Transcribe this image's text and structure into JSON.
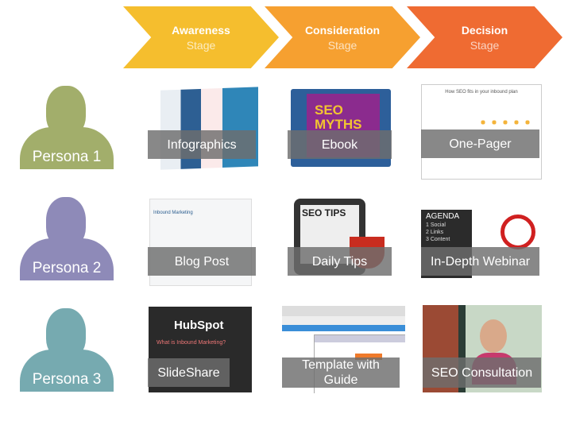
{
  "stages": [
    {
      "title": "Awareness",
      "subtitle": "Stage",
      "color": "#F5BE2E"
    },
    {
      "title": "Consideration",
      "subtitle": "Stage",
      "color": "#F6A030"
    },
    {
      "title": "Decision",
      "subtitle": "Stage",
      "color": "#EF6B32"
    }
  ],
  "personas": [
    {
      "label": "Persona 1",
      "color": "#A2AE6B"
    },
    {
      "label": "Persona 2",
      "color": "#8E8AB8"
    },
    {
      "label": "Persona 3",
      "color": "#76AAB0"
    }
  ],
  "content": [
    [
      "Infographics",
      "Ebook",
      "One-Pager"
    ],
    [
      "Blog Post",
      "Daily Tips",
      "In-Depth Webinar"
    ],
    [
      "SlideShare",
      "Template with Guide",
      "SEO Consultation"
    ]
  ],
  "thumb_text": {
    "onepager_title": "How SEO fits in your inbound plan",
    "ebook": "SEO MYTHS",
    "blog": "Inbound Marketing",
    "tips": "SEO TIPS",
    "agenda": "AGENDA",
    "agenda_items": [
      "1 Social",
      "2 Links",
      "3 Content"
    ],
    "hubspot": "HubSpot",
    "slideshare_sub": "What is Inbound Marketing?"
  }
}
